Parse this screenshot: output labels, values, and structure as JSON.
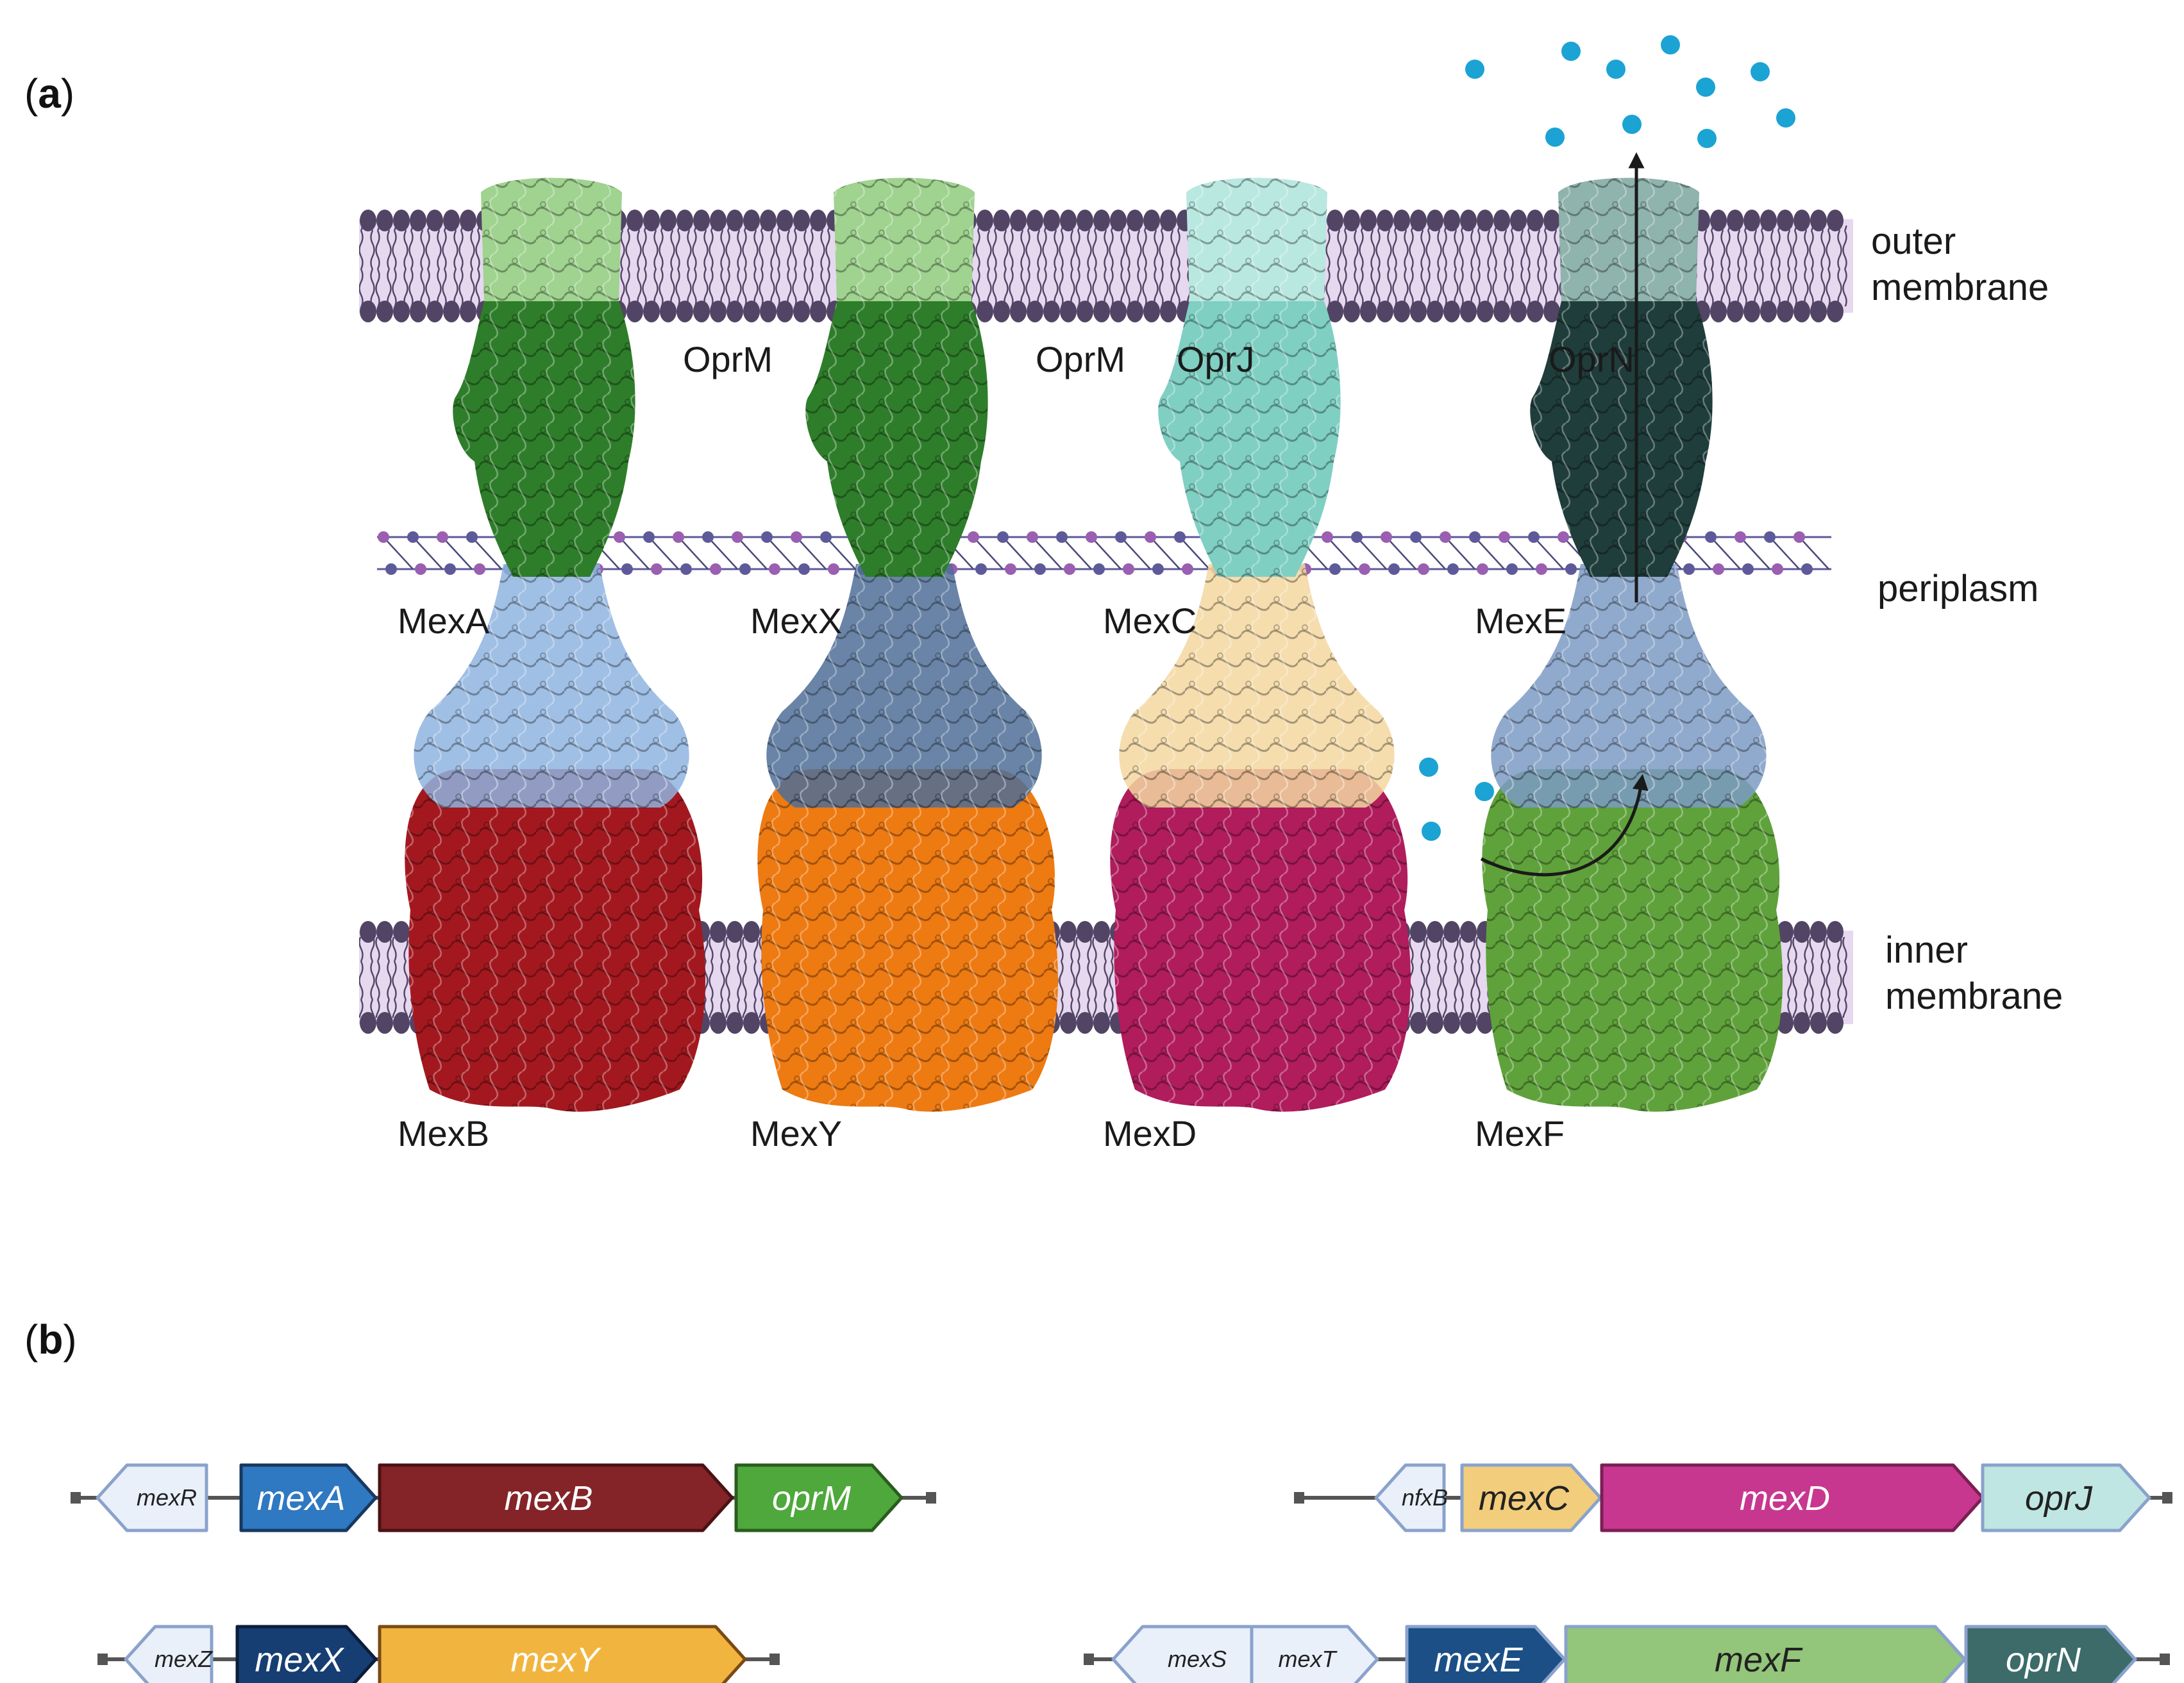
{
  "panel_a": {
    "label_open": "(",
    "label_letter": "a",
    "label_close": ")",
    "regions": {
      "outer_1": "outer",
      "outer_2": "membrane",
      "periplasm": "periplasm",
      "inner_1": "inner",
      "inner_2": "membrane"
    },
    "pumps": [
      {
        "omp": "OprM",
        "mfp": "MexA",
        "rnd": "MexB",
        "omp_color": "#2e7d2a",
        "omp_top_color": "#9fd38f",
        "mfp_color": "#8fb4e0",
        "rnd_color": "#a3181f"
      },
      {
        "omp": "OprM",
        "mfp": "MexX",
        "rnd": "MexY",
        "omp_color": "#2e7d2a",
        "omp_top_color": "#9fd38f",
        "mfp_color": "#4f6e98",
        "rnd_color": "#ee7a12"
      },
      {
        "omp": "OprJ",
        "mfp": "MexC",
        "rnd": "MexD",
        "omp_color": "#7fcfc3",
        "omp_top_color": "#b9e8e0",
        "mfp_color": "#f3d7a0",
        "rnd_color": "#b01c5c"
      },
      {
        "omp": "OprN",
        "mfp": "MexE",
        "rnd": "MexF",
        "omp_color": "#1f3d3b",
        "omp_top_color": "#8fb3ad",
        "mfp_color": "#7c9bc4",
        "rnd_color": "#5fa23b"
      }
    ],
    "colors": {
      "membrane_fill": "#e6d8ef",
      "lipid_head": "#524464",
      "peptidoglycan_a": "#9a5fb0",
      "peptidoglycan_b": "#5e5a9a",
      "substrate": "#1ba3d3"
    }
  },
  "panel_b": {
    "label_open": "(",
    "label_letter": "b",
    "label_close": ")",
    "operons": [
      {
        "genes": [
          {
            "name": "mexR",
            "fill": "#e9f0fa",
            "stroke": "#8aa2cc",
            "text": "#222222",
            "dir": "left",
            "small": true
          },
          {
            "name": "mexA",
            "fill": "#2f78c2",
            "stroke": "#17385f",
            "text": "#ffffff",
            "dir": "right",
            "small": false
          },
          {
            "name": "mexB",
            "fill": "#842428",
            "stroke": "#4a1214",
            "text": "#ffffff",
            "dir": "right",
            "small": false
          },
          {
            "name": "oprM",
            "fill": "#4ea83b",
            "stroke": "#2a5c1f",
            "text": "#ffffff",
            "dir": "right",
            "small": false
          }
        ]
      },
      {
        "genes": [
          {
            "name": "nfxB",
            "fill": "#e9f0fa",
            "stroke": "#8aa2cc",
            "text": "#222222",
            "dir": "left",
            "small": true
          },
          {
            "name": "mexC",
            "fill": "#f2cd7b",
            "stroke": "#8aa2cc",
            "text": "#222222",
            "dir": "right",
            "small": false
          },
          {
            "name": "mexD",
            "fill": "#c8378f",
            "stroke": "#7a1f55",
            "text": "#ffffff",
            "dir": "right",
            "small": false
          },
          {
            "name": "oprJ",
            "fill": "#bfe6e2",
            "stroke": "#8aa2cc",
            "text": "#222222",
            "dir": "right",
            "small": false
          }
        ]
      },
      {
        "genes": [
          {
            "name": "mexZ",
            "fill": "#e9f0fa",
            "stroke": "#8aa2cc",
            "text": "#222222",
            "dir": "left",
            "small": true
          },
          {
            "name": "mexX",
            "fill": "#173e73",
            "stroke": "#0b1e3a",
            "text": "#ffffff",
            "dir": "right",
            "small": false
          },
          {
            "name": "mexY",
            "fill": "#f1b53f",
            "stroke": "#7a4a16",
            "text": "#ffffff",
            "dir": "right",
            "small": false
          }
        ]
      },
      {
        "genes": [
          {
            "name": "mexS",
            "fill": "#e9f0fa",
            "stroke": "#8aa2cc",
            "text": "#222222",
            "dir": "left",
            "small": true
          },
          {
            "name": "mexT",
            "fill": "#e9f0fa",
            "stroke": "#8aa2cc",
            "text": "#222222",
            "dir": "right",
            "small": true
          },
          {
            "name": "mexE",
            "fill": "#1b4f86",
            "stroke": "#8aa2cc",
            "text": "#ffffff",
            "dir": "right",
            "small": false
          },
          {
            "name": "mexF",
            "fill": "#93c57a",
            "stroke": "#8aa2cc",
            "text": "#222222",
            "dir": "right",
            "small": false
          },
          {
            "name": "oprN",
            "fill": "#3c6b69",
            "stroke": "#8aa2cc",
            "text": "#ffffff",
            "dir": "right",
            "small": false
          }
        ]
      }
    ],
    "line_color": "#555555"
  }
}
